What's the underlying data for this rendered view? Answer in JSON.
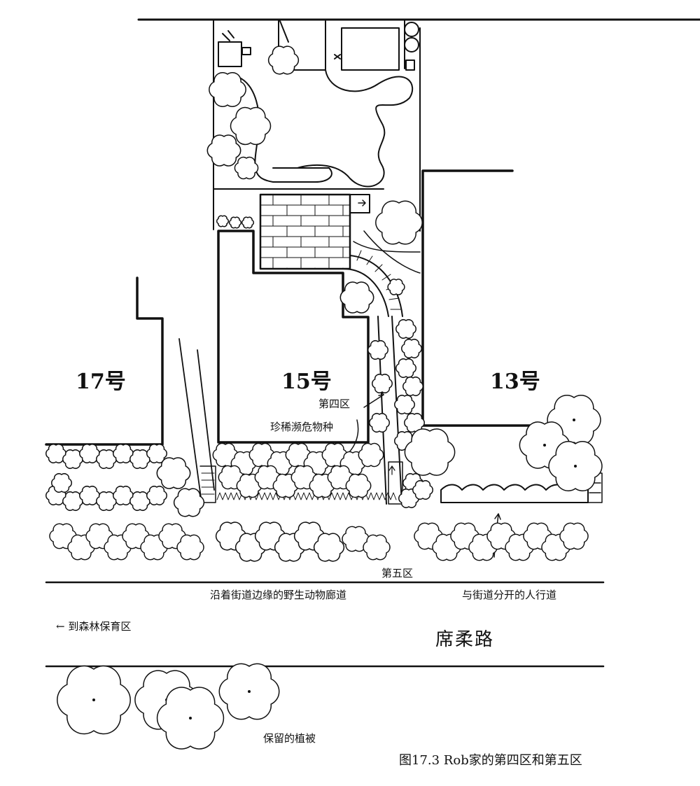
{
  "labels": {
    "house_17": "17号",
    "house_15": "15号",
    "house_13": "13号",
    "zone_4": "第四区",
    "zone_4_note": "珍稀濒危物种",
    "zone_5": "第五区",
    "wildlife_corridor": "沿着街道边缘的野生动物廊道",
    "sidewalk": "与街道分开的人行道",
    "to_forest": "← 到森林保育区",
    "road_name": "席柔路",
    "retained_vegetation": "保留的植被"
  },
  "caption": "图17.3 Rob家的第四区和第五区",
  "colors": {
    "ink": "#111111",
    "paper": "#ffffff"
  }
}
